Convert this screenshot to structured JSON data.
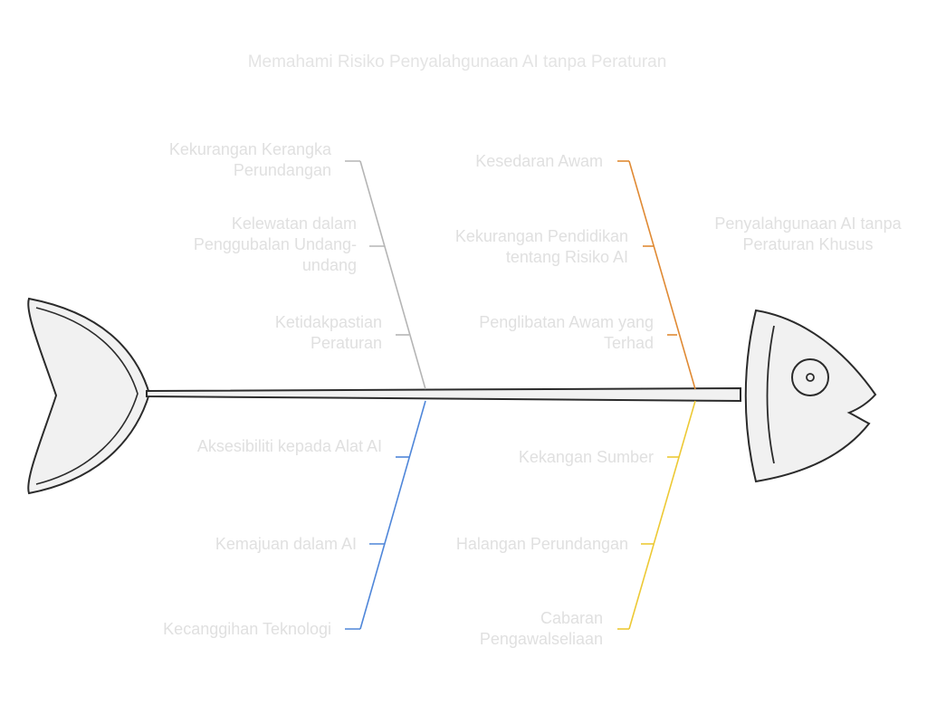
{
  "title": "Memahami Risiko Penyalahgunaan AI tanpa Peraturan",
  "head_label": "Penyalahgunaan AI tanpa Peraturan Khusus",
  "colors": {
    "outline": "#2b2b2b",
    "fill": "#f1f1f1",
    "gray_branch": "#b5b5b5",
    "orange_branch": "#e08a34",
    "blue_branch": "#4f86d9",
    "yellow_branch": "#edc935",
    "label_text": "#e0e0e0"
  },
  "branches": {
    "top_left": {
      "items": [
        "Kekurangan Kerangka Perundangan",
        "Kelewatan dalam Penggubalan Undang-undang",
        "Ketidakpastian Peraturan"
      ]
    },
    "top_right": {
      "items": [
        "Kesedaran Awam",
        "Kekurangan Pendidikan tentang Risiko AI",
        "Penglibatan Awam yang Terhad"
      ]
    },
    "bottom_left": {
      "items": [
        "Aksesibiliti kepada Alat AI",
        "Kemajuan dalam AI",
        "Kecanggihan Teknologi"
      ]
    },
    "bottom_right": {
      "items": [
        "Kekangan Sumber",
        "Halangan Perundangan",
        "Cabaran Pengawalseliaan"
      ]
    }
  }
}
